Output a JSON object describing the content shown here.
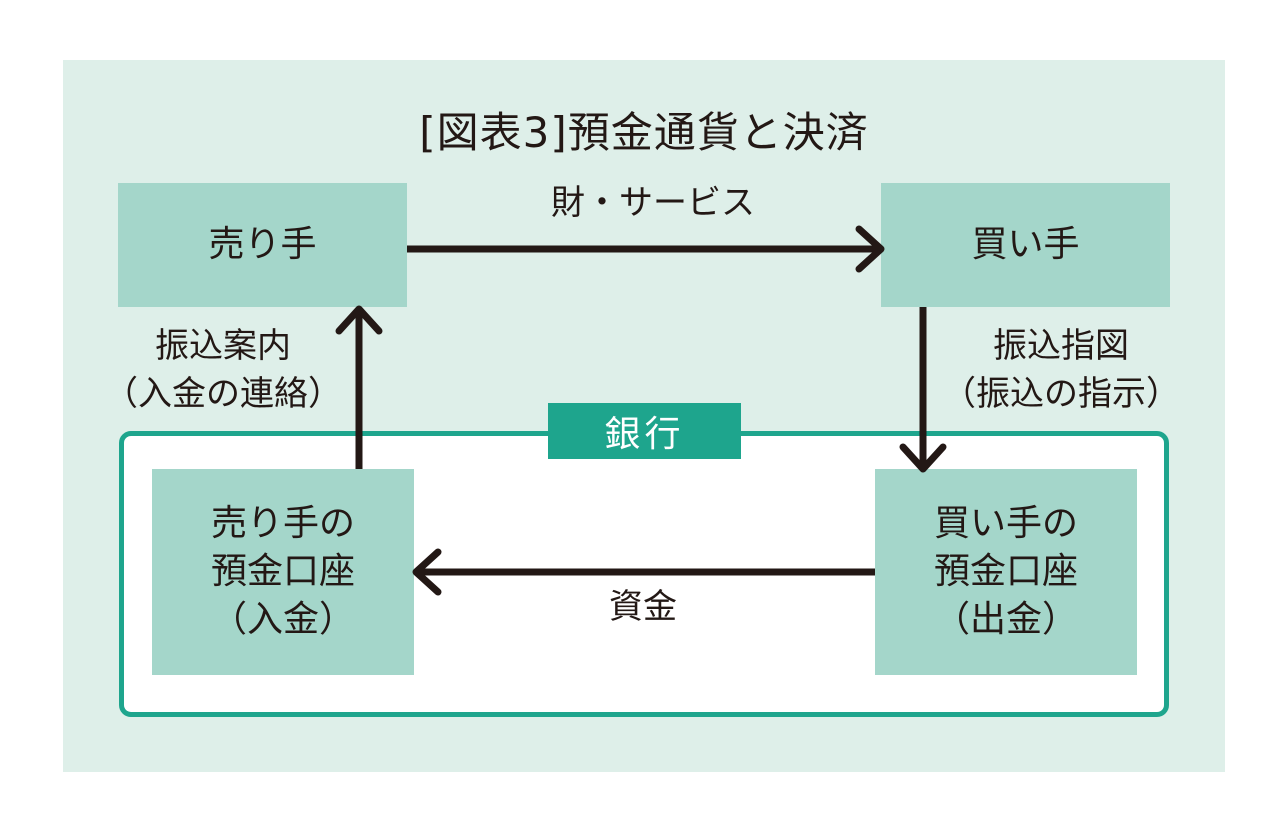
{
  "title": "[図表3]預金通貨と決済",
  "nodes": {
    "seller": "売り手",
    "buyer": "買い手",
    "seller_account": [
      "売り手の",
      "預金口座",
      "（入金）"
    ],
    "buyer_account": [
      "買い手の",
      "預金口座",
      "（出金）"
    ]
  },
  "bank_label": "銀行",
  "edges": {
    "goods_services": "財・サービス",
    "transfer_notice": [
      "振込案内",
      "（入金の連絡）"
    ],
    "transfer_instruction": [
      "振込指図",
      "（振込の指示）"
    ],
    "funds": "資金"
  },
  "colors": {
    "background": "#deefe9",
    "box": "#a4d6ca",
    "bank": "#1ea58d",
    "arrow": "#231815"
  }
}
